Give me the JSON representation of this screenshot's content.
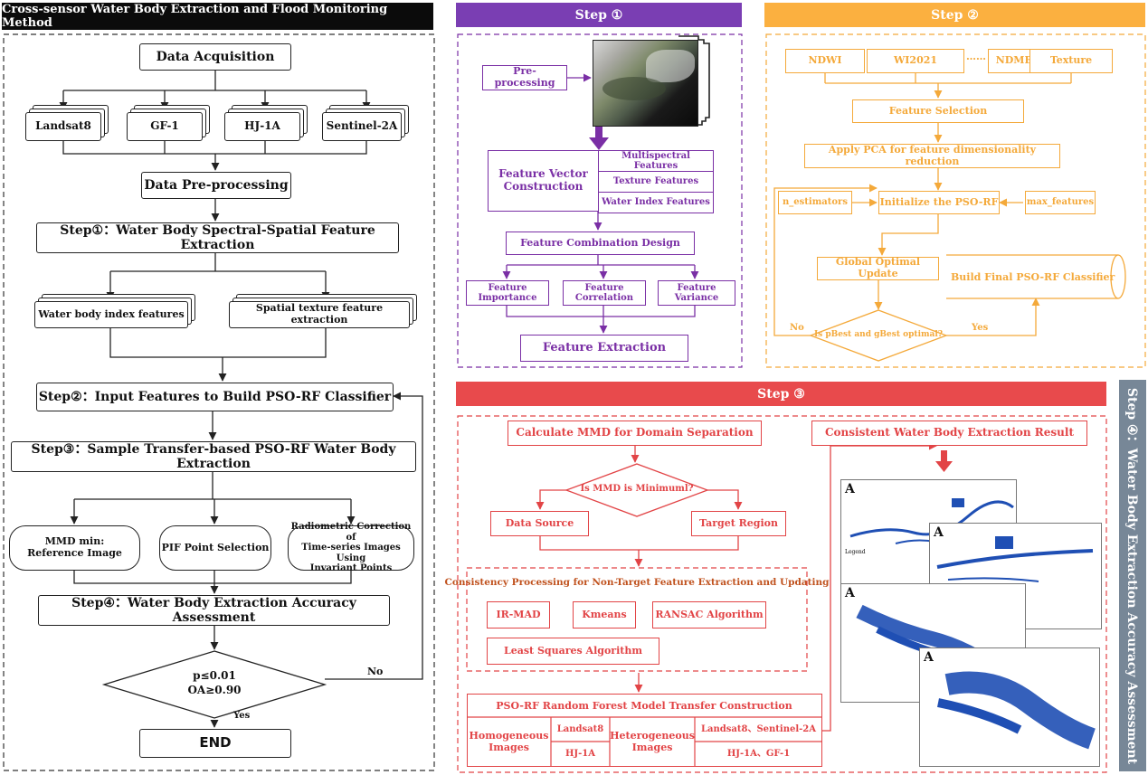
{
  "left": {
    "title": "Cross-sensor Water Body Extraction and Flood Monitoring Method",
    "data_acquisition": "Data Acquisition",
    "sensors": [
      "Landsat8",
      "GF-1",
      "HJ-1A",
      "Sentinel-2A"
    ],
    "preprocessing": "Data Pre-processing",
    "step1": "Step①：Water Body Spectral-Spatial Feature Extraction",
    "feat_index": "Water body index features",
    "feat_texture": "Spatial texture feature extraction",
    "step2": "Step②：Input Features to Build PSO-RF Classifier",
    "step3": "Step③：Sample Transfer-based PSO-RF Water Body Extraction",
    "mmd_line1": "MMD min:",
    "mmd_line2": "Reference Image",
    "pif": "PIF Point Selection",
    "radio_line1": "Radiometric Correction of",
    "radio_line2": "Time-series Images Using",
    "radio_line3": "Invariant Points",
    "step4": "Step④：Water Body Extraction Accuracy Assessment",
    "cond_line1": "p≤0.01",
    "cond_line2": "OA≥0.90",
    "no": "No",
    "yes": "Yes",
    "end": "END"
  },
  "step1_panel": {
    "header": "Step ①",
    "preprocessing": "Pre-processing",
    "fvc_line1": "Feature Vector",
    "fvc_line2": "Construction",
    "features": [
      "Multispectral Features",
      "Texture Features",
      "Water Index Features"
    ],
    "combo": "Feature Combination Design",
    "imp_line1": "Feature",
    "imp_line2": "Importance",
    "cor_line1": "Feature",
    "cor_line2": "Correlation",
    "variance": "Feature Variance",
    "extraction": "Feature Extraction"
  },
  "step2_panel": {
    "header": "Step ②",
    "indices": [
      "NDWI",
      "WI2021",
      "NDMBWI",
      "Texture"
    ],
    "ellipsis": "……",
    "selection": "Feature Selection",
    "pca": "Apply PCA for feature dimensionality reduction",
    "n_est": "n_estimators",
    "init": "Initialize the PSO-RF",
    "max_feat": "max_features",
    "global": "Global Optimal Update",
    "final": "Build Final PSO-RF Classifier",
    "decision": "Is pBest and gBest optimal?",
    "no": "No",
    "yes": "Yes"
  },
  "step3_panel": {
    "header": "Step ③",
    "mmd": "Calculate MMD for Domain Separation",
    "decision": "Is MMD is Minimuml?",
    "source": "Data Source",
    "target": "Target Region",
    "consistency": "Consistency Processing for Non-Target Feature Extraction and Updating",
    "algos": [
      "IR-MAD",
      "Kmeans",
      "RANSAC Algorithm",
      "Least Squares Algorithm"
    ],
    "pso_title": "PSO-RF Random Forest Model Transfer Construction",
    "homo_line1": "Homogeneous",
    "homo_line2": "Images",
    "homo_a": "Landsat8",
    "homo_b": "HJ-1A",
    "hetero_line1": "Heterogeneous",
    "hetero_line2": "Images",
    "hetero_a": "Landsat8、Sentinel-2A",
    "hetero_b": "HJ-1A、GF-1",
    "result": "Consistent Water Body Extraction Result",
    "map_label": "A",
    "legend": "Legend"
  },
  "step4_panel": {
    "header": "Step ④：Water Body Extraction Accuracy Assessment"
  },
  "colors": {
    "black": "#222222",
    "purple": "#7a2fa5",
    "orange": "#f4a93a",
    "red": "#e24446",
    "slate": "#778797",
    "water": "#1f4fb4"
  }
}
